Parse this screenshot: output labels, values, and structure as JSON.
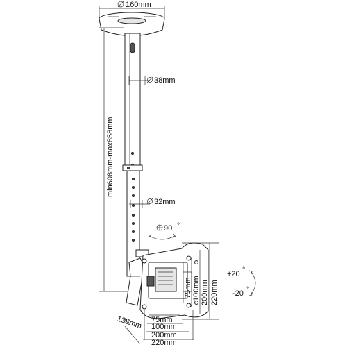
{
  "dimensions": {
    "plate_diameter": "160mm",
    "upper_tube_diameter": "38mm",
    "lower_tube_diameter": "32mm",
    "height_range": "min608mm-max858mm",
    "swivel": "90",
    "tilt_up": "+20",
    "tilt_down": "-20",
    "vesa_h_75": "75mm",
    "vesa_h_100": "100mm",
    "vesa_h_200": "200mm",
    "vesa_h_220": "220mm",
    "vesa_v_75": "75mm",
    "vesa_v_100": "100mm",
    "vesa_v_200": "200mm",
    "vesa_v_220": "220mm",
    "depth": "138mm"
  }
}
